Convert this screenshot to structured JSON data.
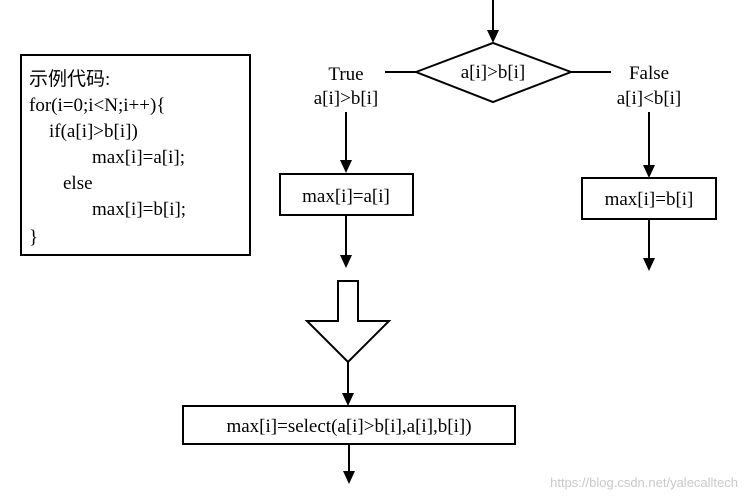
{
  "code_box": {
    "lines": [
      "示例代码:",
      "for(i=0;i<N;i++){",
      "if(a[i]>b[i])",
      "max[i]=a[i];",
      "else",
      "max[i]=b[i];",
      "}"
    ]
  },
  "flowchart": {
    "decision": "a[i]>b[i]",
    "true_label": "True",
    "true_condition": "a[i]>b[i]",
    "false_label": "False",
    "false_condition": "a[i]<b[i]",
    "true_assignment": "max[i]=a[i]",
    "false_assignment": "max[i]=b[i]",
    "select_expression": "max[i]=select(a[i]>b[i],a[i],b[i])"
  },
  "watermark": "https://blog.csdn.net/yalecalltech"
}
